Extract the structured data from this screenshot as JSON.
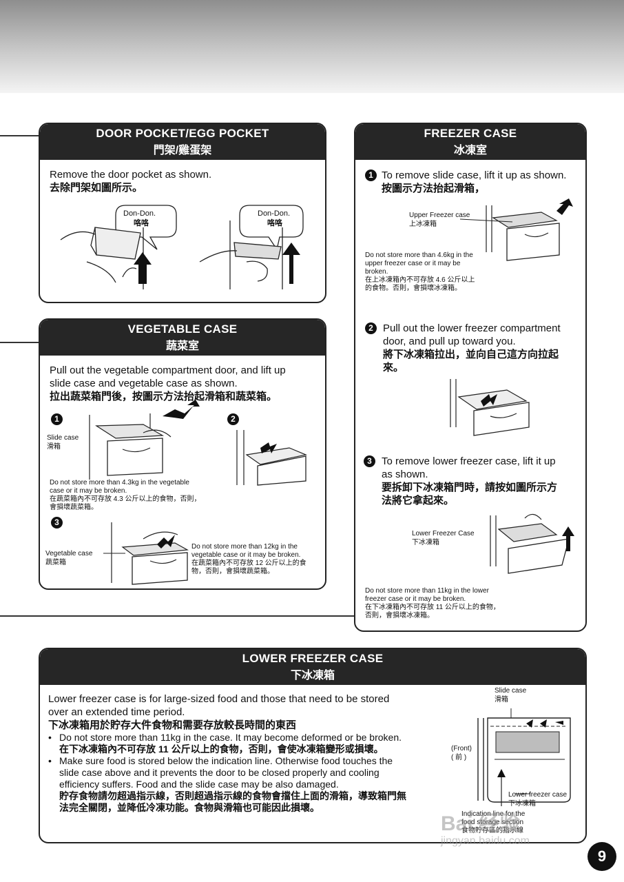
{
  "door_pocket": {
    "title_en": "DOOR POCKET/EGG POCKET",
    "title_zh": "門架/雞蛋架",
    "instr_en": "Remove the door pocket as shown.",
    "instr_zh": "去除門架如圖所示。",
    "bubble1_en": "Don-Don.",
    "bubble1_zh": "咯咯",
    "bubble2_en": "Don-Don.",
    "bubble2_zh": "咯咯"
  },
  "vegetable": {
    "title_en": "VEGETABLE CASE",
    "title_zh": "蔬菜室",
    "instr_en1": "Pull out the vegetable compartment door, and lift up",
    "instr_en2": "slide case and vegetable case as shown.",
    "instr_zh": "拉出蔬菜箱門後，按圖示方法抬起滑箱和蔬菜箱。",
    "step1": "1",
    "step2": "2",
    "step3": "3",
    "slide_en": "Slide case",
    "slide_zh": "滑箱",
    "warn1_en1": "Do not store more than 4.3kg in the vegetable",
    "warn1_en2": "case or it may be broken.",
    "warn1_zh1": "在蔬菜箱內不可存放 4.3 公斤以上的食物，否則，",
    "warn1_zh2": "會損壞蔬菜箱。",
    "veg_en": "Vegetable case",
    "veg_zh": "蔬菜箱",
    "warn2_en1": "Do not store more than 12kg in the",
    "warn2_en2": "vegetable case or it may be broken.",
    "warn2_zh1": "在蔬菜箱內不可存放 12 公斤以上的食",
    "warn2_zh2": "物，否則，會損壞蔬菜箱。"
  },
  "freezer": {
    "title_en": "FREEZER CASE",
    "title_zh": "冰凍室",
    "step1": "1",
    "step2": "2",
    "step3": "3",
    "s1_en": "To remove slide case, lift it up as shown.",
    "s1_zh": "按圖示方法抬起滑箱，",
    "upper_en": "Upper Freezer case",
    "upper_zh": "上冰凍箱",
    "warn1_en1": "Do not store more than 4.6kg in the",
    "warn1_en2": "upper freezer case or it may be",
    "warn1_en3": "broken.",
    "warn1_zh1": "在上冰凍箱內不可存放 4.6 公斤以上",
    "warn1_zh2": "的食物。否則，會損壞冰凍箱。",
    "s2_en1": "Pull out the lower freezer compartment",
    "s2_en2": "door, and pull up toward you.",
    "s2_zh1": "將下冰凍箱拉出，並向自己這方向拉起",
    "s2_zh2": "來。",
    "s3_en1": "To remove lower freezer case, lift it up",
    "s3_en2": "as shown.",
    "s3_zh1": "要拆卸下冰凍箱門時，請按如圖所示方",
    "s3_zh2": "法將它拿起來。",
    "lower_en": "Lower Freezer Case",
    "lower_zh": "下冰凍箱",
    "warn3_en1": "Do not store more than 11kg in the lower",
    "warn3_en2": "freezer case or it may be broken.",
    "warn3_zh1": "在下冰凍箱內不可存放 11 公斤以上的食物，",
    "warn3_zh2": "否則，會損壞冰凍箱。"
  },
  "lower_freezer": {
    "title_en": "LOWER FREEZER CASE",
    "title_zh": "下冰凍箱",
    "p_en1": "Lower freezer case is for large-sized food and those that need to be stored",
    "p_en2": "over an extended time period.",
    "p_zh": "下冰凍箱用於貯存大件食物和需要存放較長時間的東西",
    "b1_en": "Do not store more than 11kg in the case. It may become deformed or be broken.",
    "b1_zh": "在下冰凍箱內不可存放 11 公斤以上的食物，否則，會使冰凍箱變形或損壞。",
    "b2_en1": "Make sure food is stored below the indication line. Otherwise food touches the",
    "b2_en2": "slide case above and it prevents the door to be closed properly and cooling",
    "b2_en3": "efficiency suffers. Food and the slide case may be also damaged.",
    "b2_zh1": "貯存食物請勿超過指示線，否則超過指示線的食物會擋住上面的滑箱，導致箱門無",
    "b2_zh2": "法完全關閉，並降低冷凍功能。食物與滑箱也可能因此損壞。",
    "slide_en": "Slide case",
    "slide_zh": "滑箱",
    "front_en": "(Front)",
    "front_zh": "( 前 )",
    "lower_en": "Lower freezer case",
    "lower_zh": "下冰凍箱",
    "ind_en1": "Indication line for the",
    "ind_en2": "food storage section",
    "ind_zh": "食物貯存區的指示線"
  },
  "page_number": "9",
  "watermark": "Bai 经验",
  "watermark_url": "jingyan.baidu.com"
}
